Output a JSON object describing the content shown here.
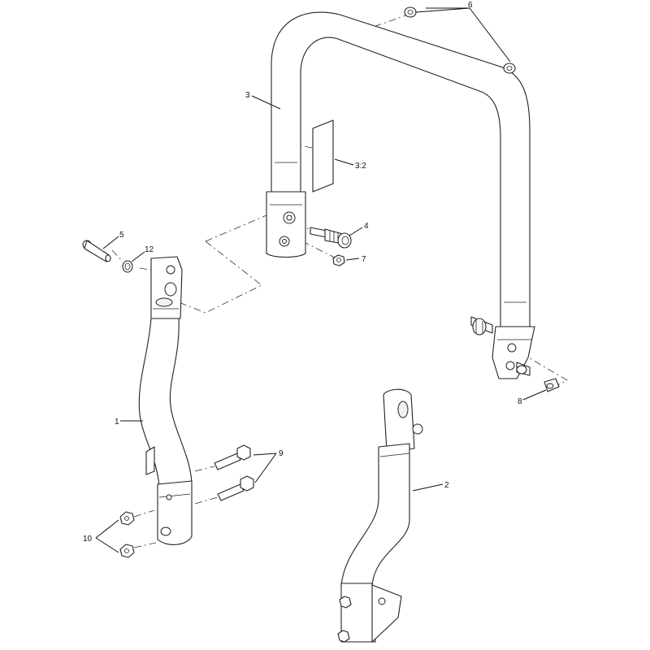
{
  "diagram": {
    "callouts": [
      {
        "id": "c1",
        "label": "1",
        "target": "left lower tube"
      },
      {
        "id": "c2",
        "label": "2",
        "target": "right lower tube"
      },
      {
        "id": "c3",
        "label": "3",
        "target": "upper loop"
      },
      {
        "id": "c3_2",
        "label": "3:2",
        "target": "decal"
      },
      {
        "id": "c4",
        "label": "4",
        "target": "hinge pin"
      },
      {
        "id": "c5",
        "label": "5",
        "target": "pin"
      },
      {
        "id": "c6",
        "label": "6",
        "target": "nut"
      },
      {
        "id": "c7",
        "label": "7",
        "target": "caps"
      },
      {
        "id": "c8",
        "label": "8",
        "target": "knob"
      },
      {
        "id": "c9",
        "label": "9",
        "target": "bolts"
      },
      {
        "id": "c10",
        "label": "10",
        "target": "nuts"
      },
      {
        "id": "c12",
        "label": "12",
        "target": "clip"
      }
    ],
    "colors": {
      "line": "#222222",
      "background": "#ffffff",
      "fill": "#ffffff"
    }
  }
}
